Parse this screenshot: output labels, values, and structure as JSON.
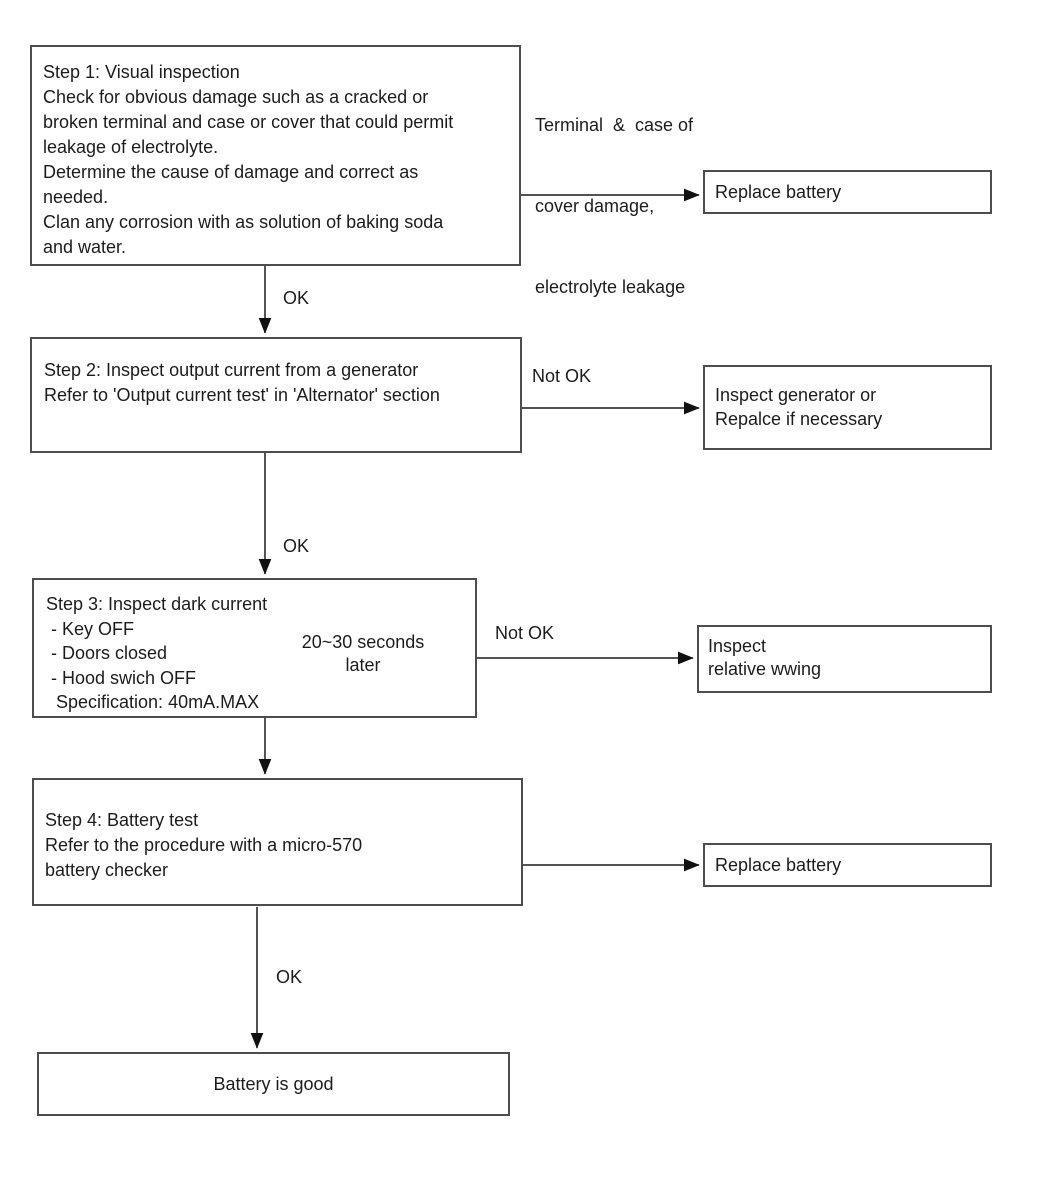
{
  "nodes": {
    "step1": {
      "lines": [
        "Step 1: Visual inspection",
        "Check for obvious damage such as a cracked or",
        "broken terminal and case or cover that could permit",
        "leakage of electrolyte.",
        "Determine the cause of damage and correct as",
        "needed.",
        "Clan any corrosion with as solution of baking soda",
        "and water."
      ]
    },
    "step2": {
      "lines": [
        "Step 2: Inspect output current from a generator",
        "Refer to 'Output current test' in 'Alternator' section"
      ]
    },
    "step3": {
      "lines": [
        "Step 3: Inspect dark current",
        " - Key OFF",
        " - Doors closed",
        " - Hood swich OFF",
        "  Specification: 40mA.MAX"
      ],
      "note_lines": [
        "20~30 seconds",
        "later"
      ]
    },
    "step4": {
      "lines": [
        "Step 4: Battery test",
        "Refer to the procedure with a micro-570",
        "battery checker"
      ]
    },
    "final": {
      "label": "Battery is good"
    },
    "replace_battery_top": {
      "label": "Replace battery"
    },
    "inspect_generator": {
      "lines": [
        "Inspect generator or",
        "Repalce if necessary"
      ]
    },
    "inspect_wiring": {
      "lines": [
        "Inspect",
        "relative wwing"
      ]
    },
    "replace_battery_bottom": {
      "label": "Replace battery"
    }
  },
  "labels": {
    "condition_note_lines": [
      "Terminal  &  case of",
      "cover damage,",
      "electrolyte leakage"
    ],
    "ok_step1_step2": "OK",
    "ok_step2_step3": "OK",
    "ok_step4_final": "OK",
    "not_ok_step2": "Not OK",
    "not_ok_step3": "Not OK"
  },
  "colors": {
    "background": "#ffffff",
    "border": "#4d4d4d",
    "line": "#1a1a1a",
    "text": "#1c1c1c"
  }
}
